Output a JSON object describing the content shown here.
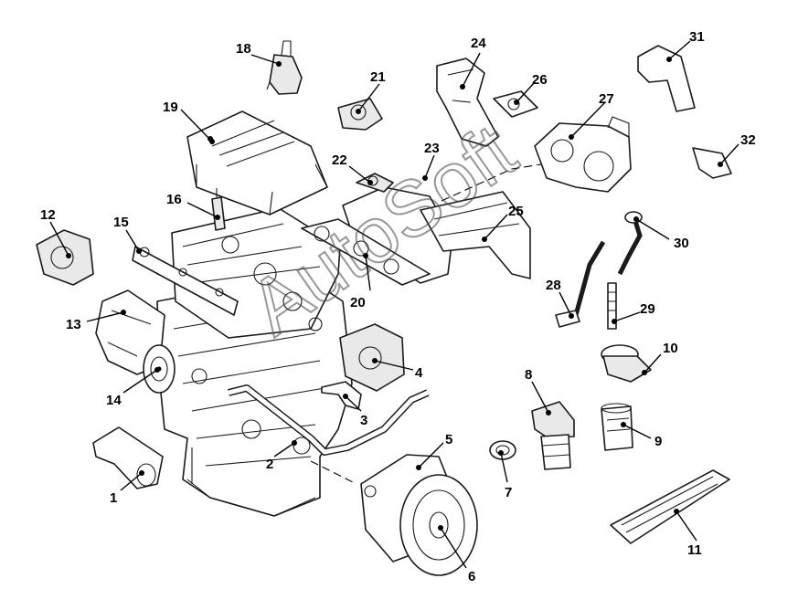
{
  "watermark": "AutoSoft",
  "callouts": [
    {
      "id": "1",
      "text": "1"
    },
    {
      "id": "2",
      "text": "2"
    },
    {
      "id": "3",
      "text": "3"
    },
    {
      "id": "4",
      "text": "4"
    },
    {
      "id": "5",
      "text": "5"
    },
    {
      "id": "6",
      "text": "6"
    },
    {
      "id": "7",
      "text": "7"
    },
    {
      "id": "8",
      "text": "8"
    },
    {
      "id": "9",
      "text": "9"
    },
    {
      "id": "10",
      "text": "10"
    },
    {
      "id": "11",
      "text": "11"
    },
    {
      "id": "12",
      "text": "12"
    },
    {
      "id": "13",
      "text": "13"
    },
    {
      "id": "14",
      "text": "14"
    },
    {
      "id": "15",
      "text": "15"
    },
    {
      "id": "16",
      "text": "16"
    },
    {
      "id": "18",
      "text": "18"
    },
    {
      "id": "19",
      "text": "19"
    },
    {
      "id": "20",
      "text": "20"
    },
    {
      "id": "21",
      "text": "21"
    },
    {
      "id": "22",
      "text": "22"
    },
    {
      "id": "23",
      "text": "23"
    },
    {
      "id": "24",
      "text": "24"
    },
    {
      "id": "25",
      "text": "25"
    },
    {
      "id": "26",
      "text": "26"
    },
    {
      "id": "27",
      "text": "27"
    },
    {
      "id": "28",
      "text": "28"
    },
    {
      "id": "29",
      "text": "29"
    },
    {
      "id": "30",
      "text": "30"
    },
    {
      "id": "31",
      "text": "31"
    },
    {
      "id": "32",
      "text": "32"
    }
  ]
}
